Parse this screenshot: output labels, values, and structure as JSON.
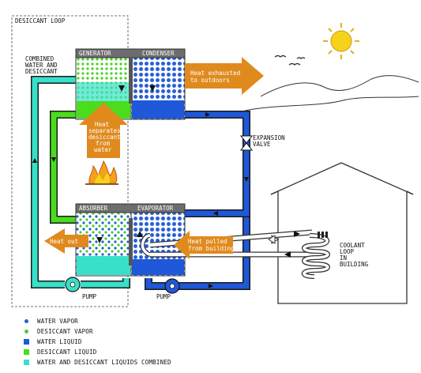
{
  "labels": {
    "desiccant_loop": "DESICCANT LOOP",
    "combined_1": "COMBINED",
    "combined_2": "WATER AND",
    "combined_3": "DESICCANT",
    "generator": "GENERATOR",
    "condenser": "CONDENSER",
    "absorber": "ABSORBER",
    "evaporator": "EVAPORATOR",
    "heat_exhausted_1": "Heat exhausted",
    "heat_exhausted_2": "to outdoors",
    "heat_separates_1": "Heat",
    "heat_separates_2": "separates",
    "heat_separates_3": "desiccant",
    "heat_separates_4": "from",
    "heat_separates_5": "water",
    "heat_out": "Heat out",
    "heat_pulled_1": "Heat pulled",
    "heat_pulled_2": "from building",
    "expansion_1": "EXPANSION",
    "expansion_2": "VALVE",
    "coolant_1": "COOLANT",
    "coolant_2": "LOOP",
    "coolant_3": "IN",
    "coolant_4": "BUILDING",
    "pump_left": "PUMP",
    "pump_right": "PUMP"
  },
  "legend": [
    {
      "label": "WATER VAPOR",
      "shape": "dot",
      "color": "#2a5fd6"
    },
    {
      "label": "DESICCANT VAPOR",
      "shape": "dot",
      "color": "#46d21e"
    },
    {
      "label": "WATER LIQUID",
      "shape": "square",
      "color": "#1f58d8"
    },
    {
      "label": "DESICCANT LIQUID",
      "shape": "square",
      "color": "#49dd1e"
    },
    {
      "label": "WATER AND DESICCANT LIQUIDS COMBINED",
      "shape": "square",
      "color": "#37e0c8"
    }
  ],
  "colors": {
    "water": "#1f58d8",
    "desiccant": "#49dd1e",
    "combined": "#37e0c8",
    "heat_arrow": "#e08a1e",
    "header": "#6d6d6d",
    "sun": "#f7d21a"
  }
}
